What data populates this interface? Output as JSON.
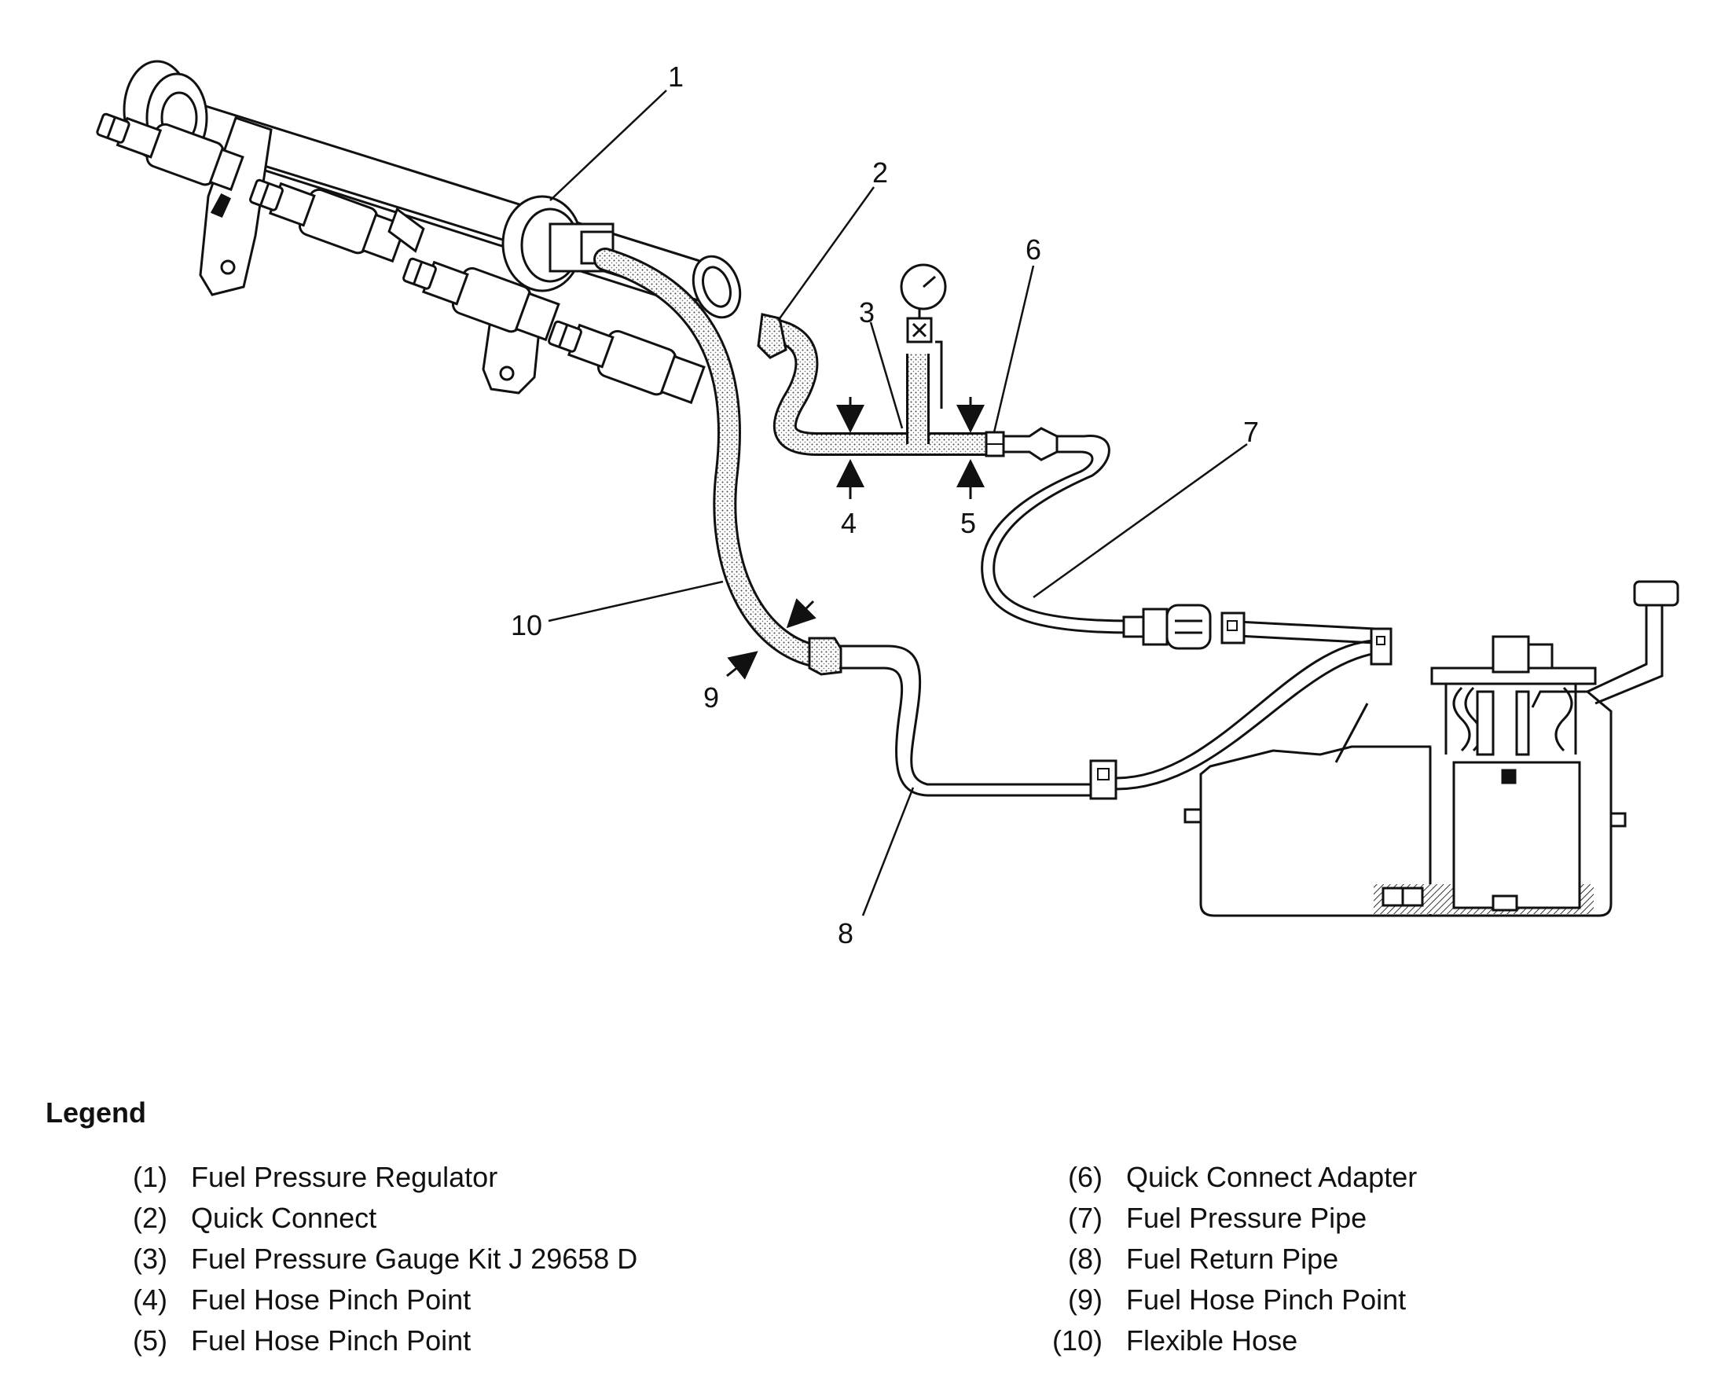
{
  "callouts": [
    "1",
    "2",
    "3",
    "4",
    "5",
    "6",
    "7",
    "8",
    "9",
    "10"
  ],
  "legend": {
    "title": "Legend",
    "left": [
      {
        "num": "(1)",
        "text": "Fuel Pressure Regulator"
      },
      {
        "num": "(2)",
        "text": "Quick Connect"
      },
      {
        "num": "(3)",
        "text": "Fuel Pressure Gauge Kit J 29658 D"
      },
      {
        "num": "(4)",
        "text": "Fuel Hose Pinch Point"
      },
      {
        "num": "(5)",
        "text": "Fuel Hose Pinch Point"
      }
    ],
    "right": [
      {
        "num": "(6)",
        "text": "Quick Connect Adapter"
      },
      {
        "num": "(7)",
        "text": "Fuel Pressure Pipe"
      },
      {
        "num": "(8)",
        "text": "Fuel Return Pipe"
      },
      {
        "num": "(9)",
        "text": "Fuel Hose Pinch Point"
      },
      {
        "num": "(10)",
        "text": "Flexible Hose"
      }
    ]
  }
}
